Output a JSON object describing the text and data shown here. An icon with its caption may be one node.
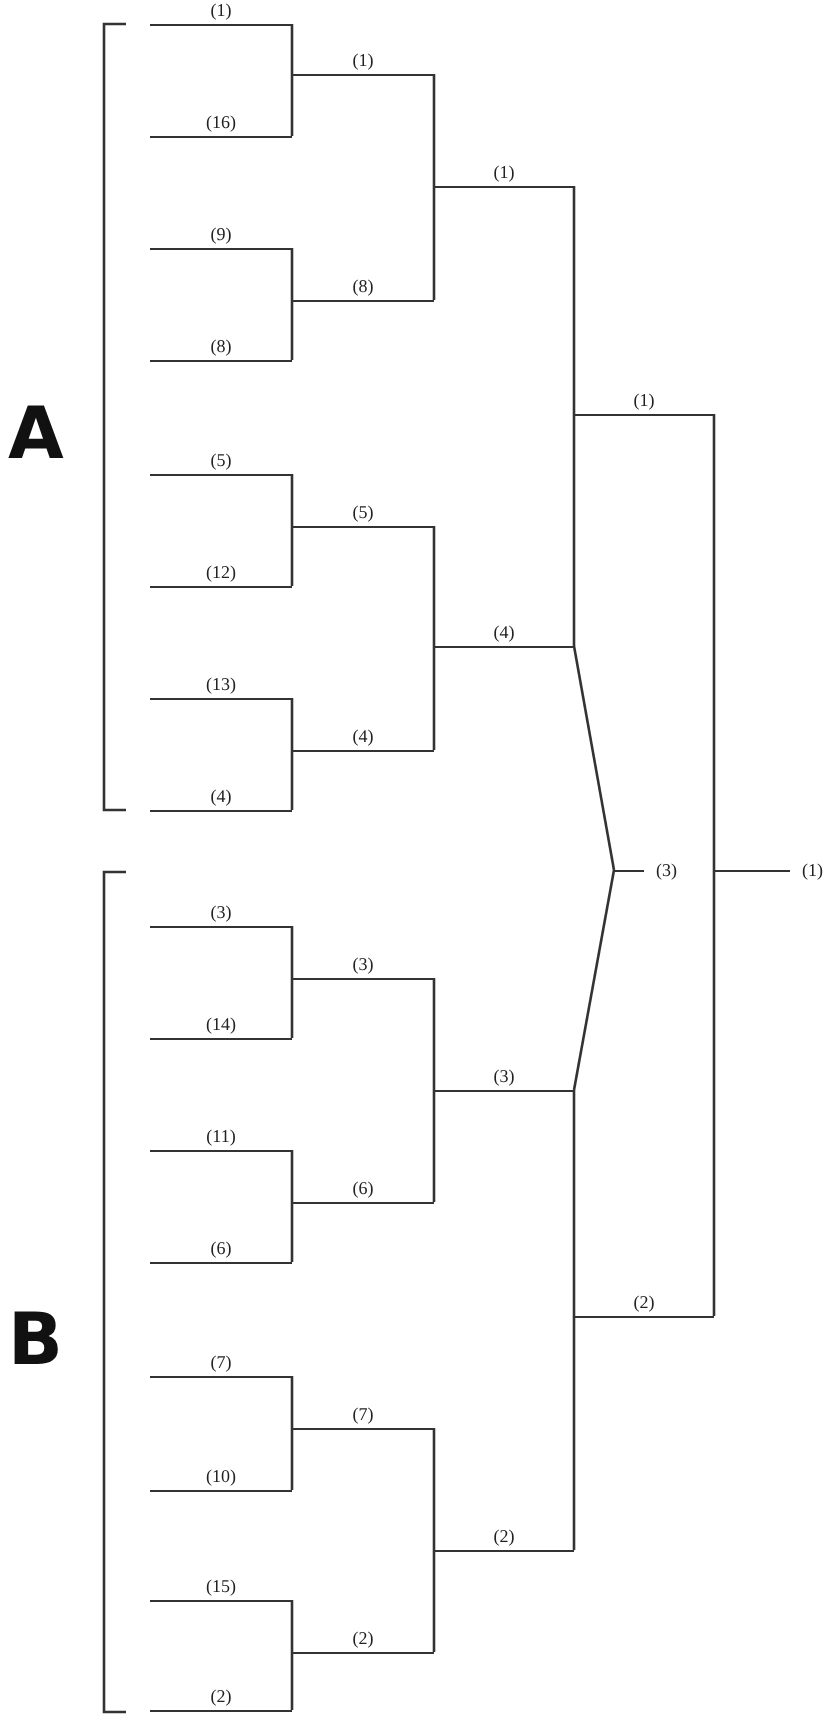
{
  "diagram": {
    "nodes": [
      {
        "text": [
          "(1)"
        ]
      },
      {
        "text": [
          "(16)"
        ]
      },
      {
        "text": [
          "(9)"
        ]
      },
      {
        "text": [
          "(8)"
        ]
      },
      {
        "text": [
          "(5)"
        ]
      },
      {
        "text": [
          "(12)"
        ]
      },
      {
        "text": [
          "(13)"
        ]
      },
      {
        "text": [
          "(4)"
        ]
      },
      {
        "text": [
          "(3)"
        ]
      },
      {
        "text": [
          "(14)"
        ]
      },
      {
        "text": [
          "(11)"
        ]
      },
      {
        "text": [
          "(6)"
        ]
      },
      {
        "text": [
          "(7)"
        ]
      },
      {
        "text": [
          "(10)"
        ]
      },
      {
        "text": [
          "(15)"
        ]
      },
      {
        "text": [
          "(2)"
        ]
      },
      {
        "text": [
          "(1)"
        ]
      },
      {
        "text": [
          "(8)"
        ]
      },
      {
        "text": [
          "(5)"
        ]
      },
      {
        "text": [
          "(4)"
        ]
      },
      {
        "text": [
          "(3)"
        ]
      },
      {
        "text": [
          "(6)"
        ]
      },
      {
        "text": [
          "(7)"
        ]
      },
      {
        "text": [
          "(2)"
        ]
      },
      {
        "text": [
          "(1)"
        ]
      },
      {
        "text": [
          "(4)"
        ]
      },
      {
        "text": [
          "(3)"
        ]
      },
      {
        "text": [
          "(2)"
        ]
      },
      {
        "text": [
          "(1)"
        ]
      },
      {
        "text": [
          "(2)"
        ]
      },
      {
        "text": [
          "(3)"
        ]
      },
      {
        "text": [
          "(1)"
        ]
      }
    ],
    "edges": [
      {
        "from": 0,
        "to": 16,
        "arrow": "none"
      },
      {
        "from": 1,
        "to": 16,
        "arrow": "none"
      },
      {
        "from": 2,
        "to": 17,
        "arrow": "none"
      },
      {
        "from": 3,
        "to": 17,
        "arrow": "none"
      },
      {
        "from": 4,
        "to": 18,
        "arrow": "none"
      },
      {
        "from": 5,
        "to": 18,
        "arrow": "none"
      },
      {
        "from": 6,
        "to": 19,
        "arrow": "none"
      },
      {
        "from": 7,
        "to": 19,
        "arrow": "none"
      },
      {
        "from": 8,
        "to": 20,
        "arrow": "none"
      },
      {
        "from": 9,
        "to": 20,
        "arrow": "none"
      },
      {
        "from": 10,
        "to": 21,
        "arrow": "none"
      },
      {
        "from": 11,
        "to": 21,
        "arrow": "none"
      },
      {
        "from": 12,
        "to": 22,
        "arrow": "none"
      },
      {
        "from": 13,
        "to": 22,
        "arrow": "none"
      },
      {
        "from": 14,
        "to": 23,
        "arrow": "none"
      },
      {
        "from": 15,
        "to": 23,
        "arrow": "none"
      },
      {
        "from": 16,
        "to": 24,
        "arrow": "none"
      },
      {
        "from": 17,
        "to": 24,
        "arrow": "none"
      },
      {
        "from": 18,
        "to": 25,
        "arrow": "none"
      },
      {
        "from": 19,
        "to": 25,
        "arrow": "none"
      },
      {
        "from": 20,
        "to": 26,
        "arrow": "none"
      },
      {
        "from": 21,
        "to": 26,
        "arrow": "none"
      },
      {
        "from": 22,
        "to": 27,
        "arrow": "none"
      },
      {
        "from": 23,
        "to": 27,
        "arrow": "none"
      },
      {
        "from": 24,
        "to": 28,
        "arrow": "none"
      },
      {
        "from": 25,
        "to": 28,
        "arrow": "none"
      },
      {
        "from": 26,
        "to": 29,
        "arrow": "none"
      },
      {
        "from": 27,
        "to": 29,
        "arrow": "none"
      },
      {
        "from": 25,
        "to": 30,
        "arrow": "none"
      },
      {
        "from": 26,
        "to": 30,
        "arrow": "none"
      },
      {
        "from": 28,
        "to": 31,
        "arrow": "none"
      },
      {
        "from": 29,
        "to": 31,
        "arrow": "none"
      }
    ],
    "labels": [
      "A",
      "B"
    ]
  }
}
